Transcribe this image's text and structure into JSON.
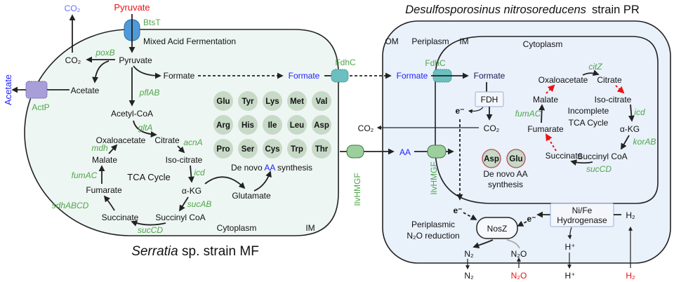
{
  "colors": {
    "serratia_cell": "#eef6f3",
    "desulfo_cell": "#e9f1fb",
    "exported": "#2222ff",
    "input": "#ee1111",
    "gene": "#4ea64a",
    "amino_acid": "#c7d9c7"
  },
  "serratia": {
    "title_italic": "Serratia",
    "title_rest": " sp. strain MF",
    "co2_out": "CO₂",
    "pyruvate_in": "Pyruvate",
    "btst": "BtsT",
    "mixed_acid": "Mixed Acid Fermentation",
    "pyruvate": "Pyruvate",
    "co2": "CO₂",
    "poxB": "poxB",
    "acetate": "Acetate",
    "acetate_out": "Acetate",
    "actp": "ActP",
    "formate": "Formate",
    "formate_out": "Formate",
    "fdhc": "FdhC",
    "pflAB": "pflAB",
    "acetyl_coa": "Acetyl-CoA",
    "gltA": "gltA",
    "oxaloacetate": "Oxaloacetate",
    "citrate": "Citrate",
    "acnA": "acnA",
    "isocitrate": "Iso-citrate",
    "icd": "icd",
    "akg": "α-KG",
    "glutamate": "Glutamate",
    "mdh": "mdh",
    "malate": "Malate",
    "fumAC": "fumAC",
    "tca": "TCA Cycle",
    "fumarate": "Fumarate",
    "sdhABCD": "sdhABCD",
    "succinate": "Succinate",
    "succinyl_coa": "Succinyl CoA",
    "sucAB": "sucAB",
    "sucCD": "sucCD",
    "cytoplasm": "Cytoplasm",
    "im": "IM",
    "amino_acids": [
      "Glu",
      "Tyr",
      "Lys",
      "Met",
      "Val",
      "Arg",
      "His",
      "Ile",
      "Leu",
      "Asp",
      "Pro",
      "Ser",
      "Cys",
      "Trp",
      "Thr"
    ],
    "denovo_pre": "De novo ",
    "denovo_aa": "AA",
    "denovo_post": " synthesis",
    "aa_out": "AA",
    "ilvhmgf": "IlvHMGF"
  },
  "desulfo": {
    "title_italic": "Desulfosporosinus nitrosoreducens",
    "title_rest": "strain PR",
    "om": "OM",
    "periplasm": "Periplasm",
    "im": "IM",
    "cytoplasm": "Cytoplasm",
    "formate_peri": "Formate",
    "fdhc": "FdhC",
    "formate": "Formate",
    "fdh": "FDH",
    "e_fdh": "e⁻",
    "co2": "CO₂",
    "citZ": "citZ",
    "oxaloacetate": "Oxaloacetate",
    "citrate": "Citrate",
    "malate": "Malate",
    "isocitrate": "Iso-citrate",
    "fumAC": "fumAC",
    "incomplete1": "Incomplete",
    "incomplete2": "TCA Cycle",
    "icd": "icd",
    "fumarate": "Fumarate",
    "akg": "α-KG",
    "korAB": "korAB",
    "succinate": "Succinate",
    "succinyl_coa": "Succinyl CoA",
    "sucCD": "sucCD",
    "amino_acids": [
      "Asp",
      "Glu"
    ],
    "denovo1": "De novo AA",
    "denovo2": "synthesis",
    "ilvhmgf": "IlvHMGF",
    "e_left": "e⁻",
    "nosz": "NosZ",
    "peri1": "Periplasmic",
    "peri2": "N₂O reduction",
    "e_right": "e⁻",
    "hyd1": "Ni/Fe",
    "hyd2": "Hydrogenase",
    "h2": "H₂",
    "hplus": "H⁺",
    "n2": "N₂",
    "n2o": "N₂O",
    "n2_out": "N₂",
    "n2o_in": "N₂O",
    "hplus_out": "H⁺",
    "h2_in": "H₂"
  }
}
